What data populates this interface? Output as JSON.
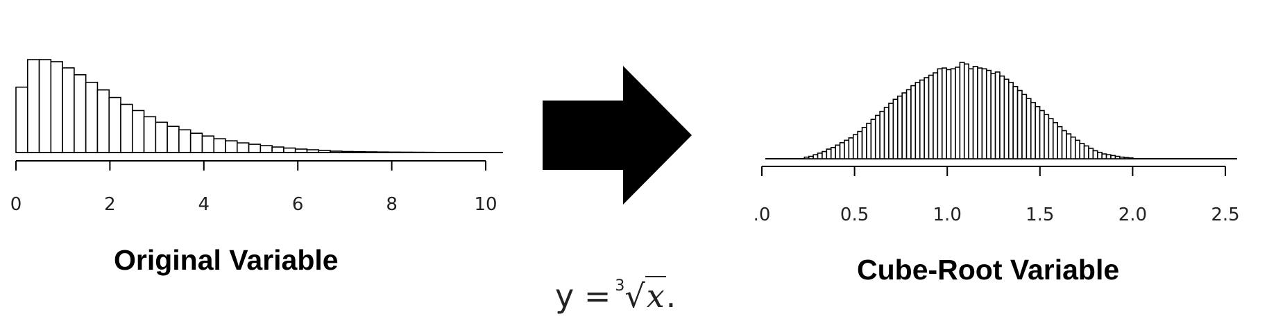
{
  "chart_data": [
    {
      "type": "bar",
      "title": "Original Variable",
      "xlim": [
        0,
        10.4
      ],
      "xticks": [
        "0",
        "2",
        "4",
        "6",
        "8",
        "10"
      ],
      "bin_width": 0.25,
      "bin_start": 0,
      "values": [
        95,
        135,
        135,
        132,
        123,
        113,
        102,
        91,
        80,
        70,
        61,
        52,
        44,
        38,
        33,
        28,
        24,
        20,
        17,
        14,
        12,
        10,
        8,
        6.5,
        5,
        4,
        3,
        2,
        1.5,
        1.2,
        1,
        0.8,
        0.6,
        0.5,
        0.4,
        0.3
      ]
    },
    {
      "type": "bar",
      "title": "Cube-Root Variable",
      "xlim": [
        -0.02,
        2.55
      ],
      "xticks": [
        ".0",
        "0.5",
        "1.0",
        "1.5",
        "2.0",
        "2.5"
      ],
      "bin_width": 0.025,
      "bin_start": 0.2,
      "values": [
        2,
        3,
        5,
        7,
        9,
        12,
        14,
        17,
        20,
        23,
        26,
        30,
        34,
        39,
        44,
        49,
        54,
        59,
        64,
        69,
        74,
        78,
        82,
        86,
        91,
        95,
        98,
        101,
        104,
        107,
        112,
        113,
        111,
        112,
        114,
        120,
        118,
        112,
        115,
        113,
        112,
        110,
        106,
        108,
        103,
        99,
        95,
        90,
        85,
        80,
        75,
        70,
        65,
        60,
        55,
        50,
        45,
        40,
        35,
        31,
        27,
        23,
        19,
        16,
        13,
        10,
        8,
        6,
        5,
        4,
        3,
        2,
        1.5,
        1
      ]
    }
  ],
  "formula": {
    "lhs": "y =",
    "index": "3",
    "radical": "√",
    "variable": "x",
    "trail": "."
  },
  "colors": {
    "bar_fill": "#ffffff",
    "bar_stroke": "#000000",
    "arrow": "#000000"
  }
}
